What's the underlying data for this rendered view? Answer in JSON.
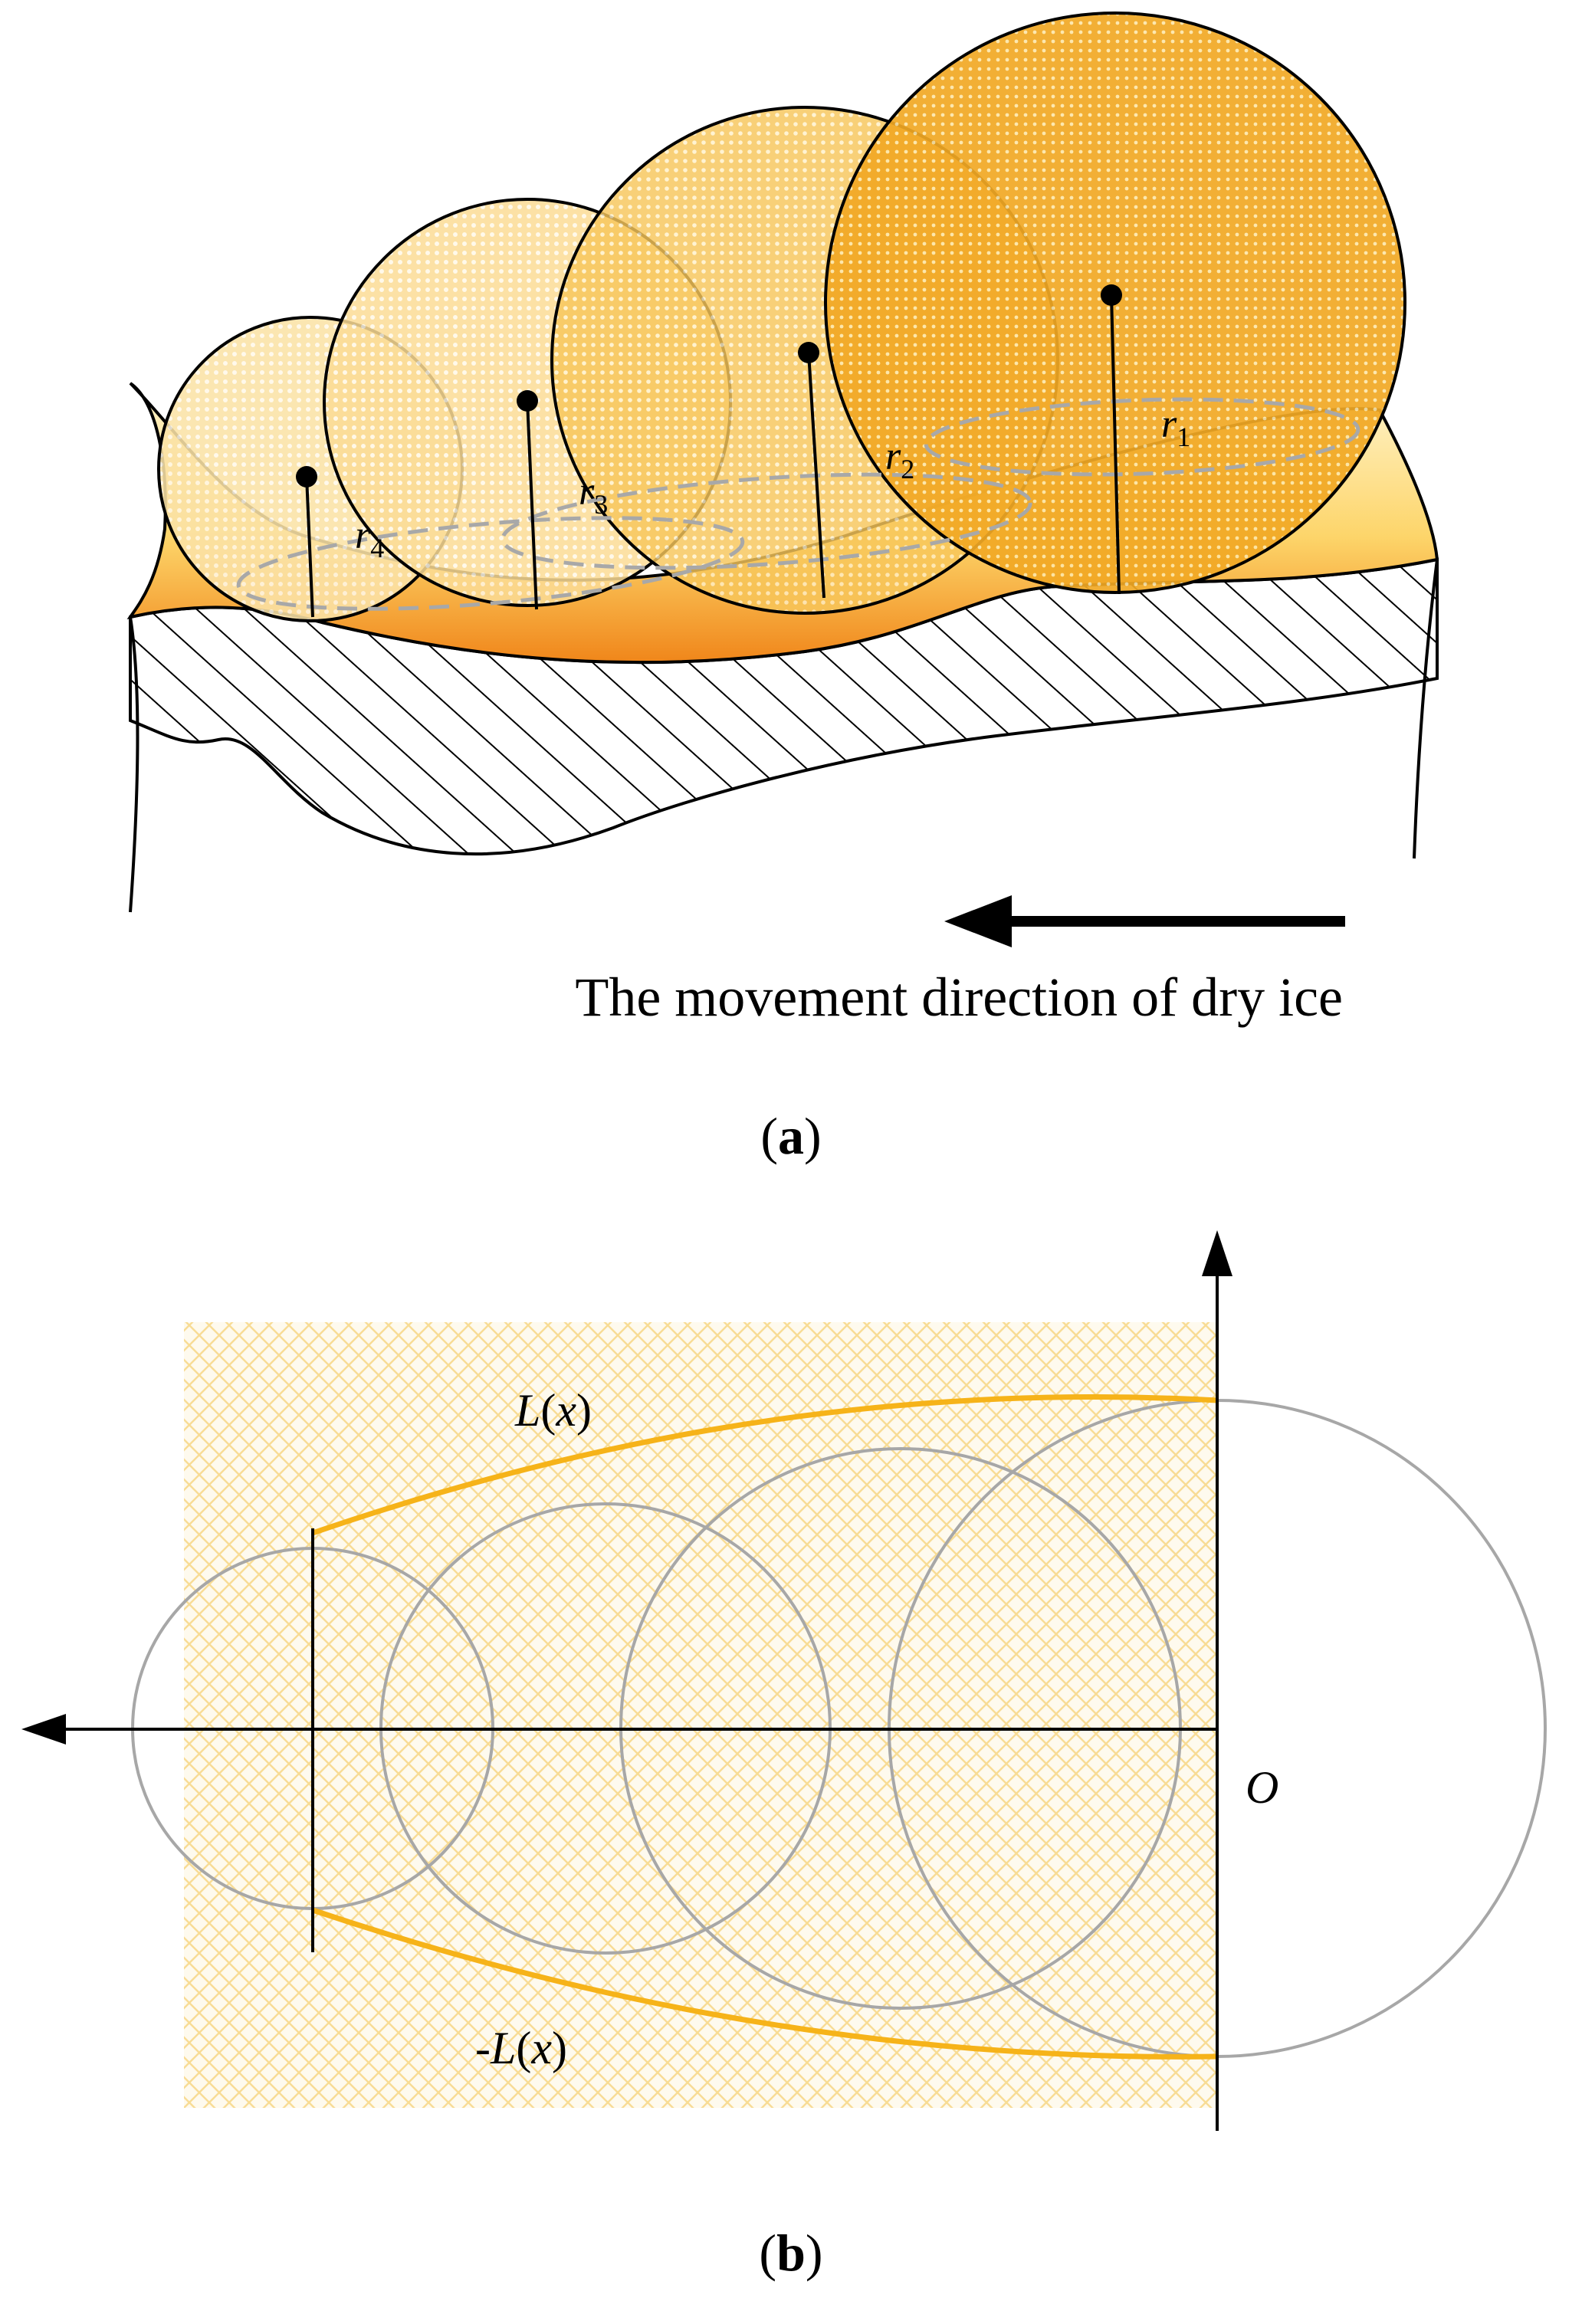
{
  "panel_a": {
    "radius_labels": [
      {
        "base": "r",
        "sub": "1"
      },
      {
        "base": "r",
        "sub": "2"
      },
      {
        "base": "r",
        "sub": "3"
      },
      {
        "base": "r",
        "sub": "4"
      }
    ],
    "direction_caption": "The movement direction of dry ice",
    "panel_label": {
      "open": "(",
      "letter": "a",
      "close": ")"
    }
  },
  "panel_b": {
    "upper_curve": {
      "name": "L",
      "open": "(",
      "var": "x",
      "close": ")"
    },
    "lower_curve": {
      "sign": "-",
      "name": "L",
      "open": "(",
      "var": "x",
      "close": ")"
    },
    "origin_label": "O",
    "panel_label": {
      "open": "(",
      "letter": "b",
      "close": ")"
    }
  },
  "colors": {
    "ice_dark": "#f0a92a",
    "ice_light": "#fdf0cf",
    "groove_top": "#fff3c6",
    "groove_bottom": "#f08a1a",
    "curve": "#f6b319",
    "grey_circle": "#a7a7a7"
  }
}
